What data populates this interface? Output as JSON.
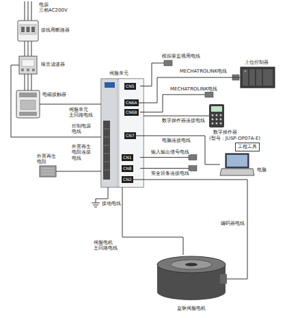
{
  "diagram": {
    "nodes": [
      {
        "text": [
          "接线用断路器"
        ]
      },
      {
        "text": [
          "噪音滤波器"
        ]
      },
      {
        "text": [
          "电磁接触器"
        ]
      },
      {
        "text": [
          "伺服单元"
        ]
      },
      {
        "text": [
          "CN5"
        ],
        "in": 3
      },
      {
        "text": [
          "CN6A"
        ],
        "in": 3
      },
      {
        "text": [
          "CN6B"
        ],
        "in": 3
      },
      {
        "text": [
          "CN7"
        ],
        "in": 3
      },
      {
        "text": [
          "CN1"
        ],
        "in": 3
      },
      {
        "text": [
          "CN8"
        ],
        "in": 3
      },
      {
        "text": [
          "CN2"
        ],
        "in": 3
      },
      {
        "text": [
          "外置再生电阻"
        ]
      },
      {
        "text": [
          "上位控制器"
        ]
      },
      {
        "text": [
          "数字操作器",
          "(型号：JUSP-OP07A-E)"
        ]
      },
      {
        "text": [
          "工程工具"
        ]
      },
      {
        "text": [
          "电脑"
        ]
      },
      {
        "text": [
          "直驱伺服电机"
        ]
      }
    ],
    "edges": [
      {
        "from": 0,
        "to": 1,
        "arrow": "none"
      },
      {
        "from": 1,
        "to": 2,
        "arrow": "none"
      },
      {
        "from": 2,
        "to": 3,
        "label": "伺服单元 主回路电线",
        "arrow": "none"
      },
      {
        "from": 1,
        "to": 3,
        "label": "控制电源电线",
        "arrow": "none"
      },
      {
        "from": 3,
        "to": 11,
        "label": "外置再生电阻连接电线",
        "arrow": "none"
      },
      {
        "from": 5,
        "to": 12,
        "label": "MECHATROLINK电线",
        "arrow": "none"
      },
      {
        "from": 3,
        "to": 13,
        "label": "数字操作器连接电线",
        "arrow": "none"
      },
      {
        "from": 7,
        "to": 15,
        "label": "电脑连接电线",
        "arrow": "none"
      },
      {
        "from": 10,
        "to": 16,
        "label": "编码器电线",
        "arrow": "none"
      },
      {
        "from": 3,
        "to": 16,
        "label": "伺服电机 主回路电线",
        "arrow": "none"
      }
    ],
    "labels": [
      "电源 三相AC200V",
      "模拟量监视用电线",
      "MECHATROLINK电线",
      "输入输出信号电线",
      "安全设备连接电线",
      "接地电线"
    ]
  }
}
